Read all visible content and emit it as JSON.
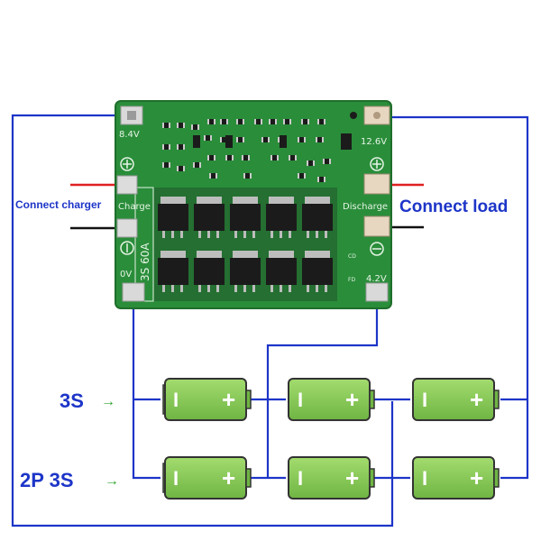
{
  "header": {
    "blurred_text": ""
  },
  "board": {
    "pad_8v4": "8.4V",
    "pad_12v6": "12.6V",
    "pad_4v2": "4.2V",
    "pad_0v": "0V",
    "charge_label": "Charge",
    "discharge_label": "Discharge",
    "model_label": "3S 60A",
    "cd_label": "CD",
    "fd_label": "FD"
  },
  "labels": {
    "connect_charger": "Connect charger",
    "connect_load": "Connect load",
    "row1": "3S",
    "row2": "2P 3S",
    "arrow": "→"
  },
  "battery": {
    "minus": "I",
    "plus": "+"
  },
  "colors": {
    "wire": "#1d35c8",
    "pcb": "#2a8d3a",
    "battery": "#8ccc57",
    "battery_border": "#333333",
    "red_wire": "#e02020",
    "arrow_green": "#2aa62a",
    "label_blue": "#1d35c8"
  }
}
